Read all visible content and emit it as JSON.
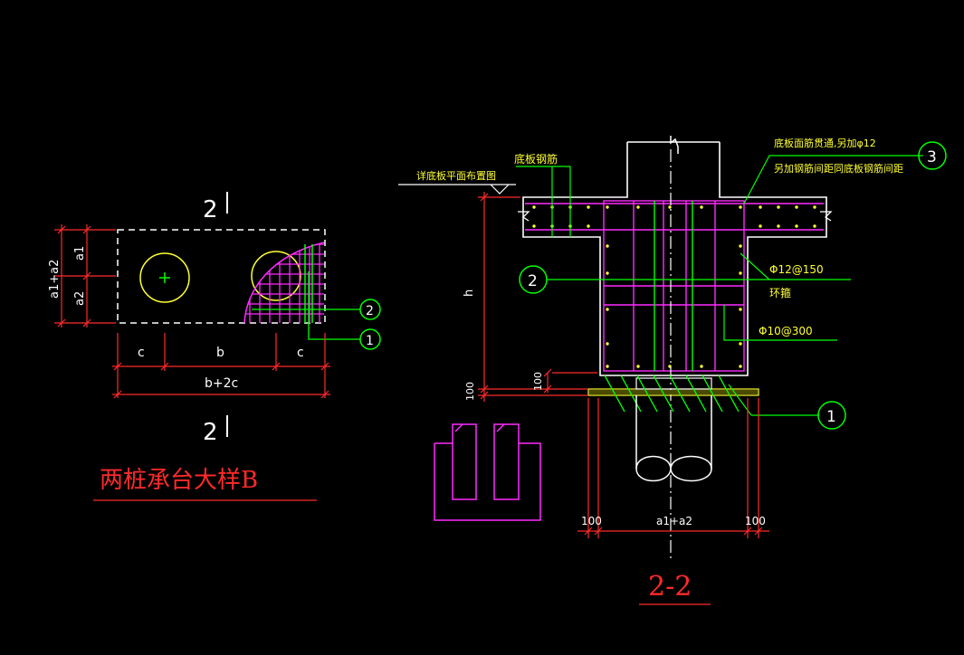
{
  "plan": {
    "section_mark": "2",
    "dims": {
      "a1": "a1",
      "a2": "a2",
      "a1_plus_a2": "a1+a2",
      "c_left": "c",
      "b": "b",
      "c_right": "c",
      "b_plus_2c": "b+2c"
    },
    "callouts": [
      "2",
      "1"
    ],
    "title": "两桩承台大样B"
  },
  "section": {
    "labels": {
      "floor_ref": "详底板平面布置图",
      "slab_rebar": "底板钢筋",
      "note_line1": "底板面筋贯通,另加φ12",
      "note_line2": "另加钢筋间距同底板钢筋间距",
      "rebar_ring": "Φ12@150",
      "ring_text": "环箍",
      "rebar_stirrup": "Φ10@300"
    },
    "callouts": [
      "3",
      "2",
      "1"
    ],
    "dims": {
      "h": "h",
      "cover_100_a": "100",
      "cover_100_b": "100",
      "bottom_left_100": "100",
      "bottom_mid": "a1+a2",
      "bottom_right_100": "100"
    },
    "title": "2-2"
  },
  "colors": {
    "background": "#000000",
    "dimension": "#ff2a2a",
    "leader": "#00ff00",
    "rebar": "#ff2aff",
    "outline": "#ffffff",
    "text": "#ffff33"
  }
}
